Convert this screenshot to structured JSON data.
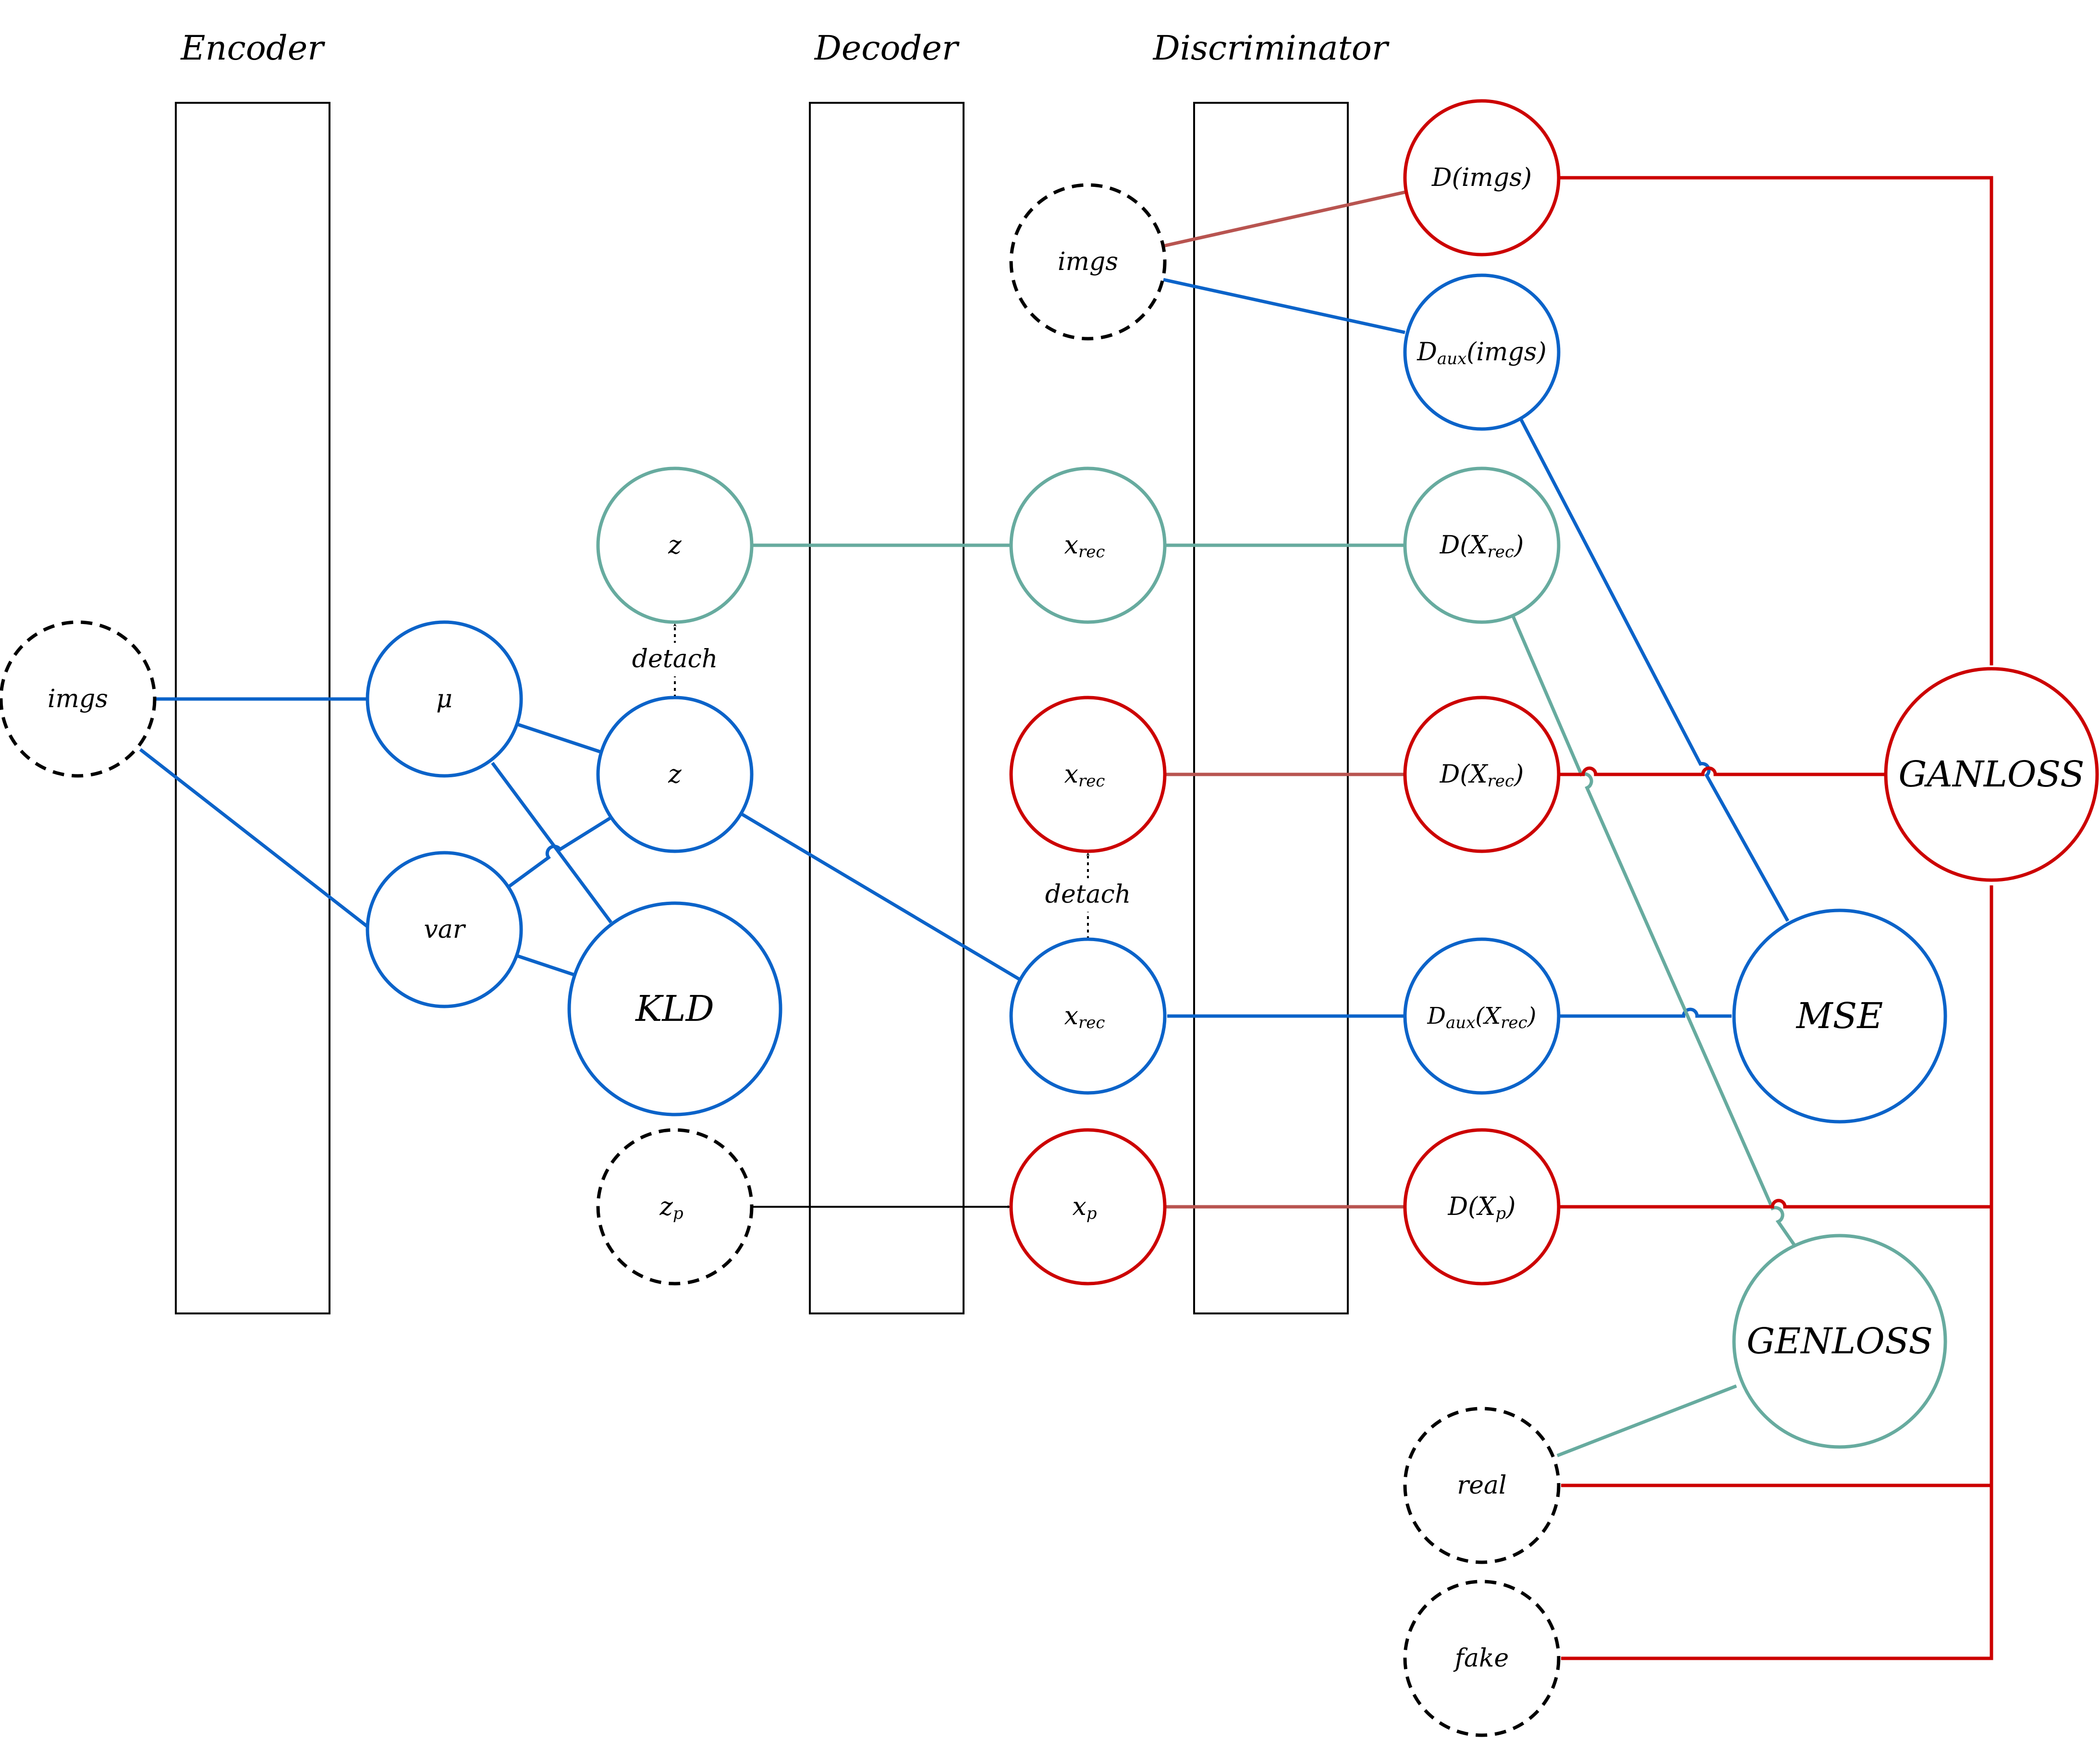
{
  "colors": {
    "blue": "#0b63c9",
    "red": "#cc0000",
    "teal": "#67ab9f",
    "darkred": "#b85450",
    "black": "#000000"
  },
  "titles": {
    "encoder": "Encoder",
    "decoder": "Decoder",
    "discriminator": "Discriminator"
  },
  "nodes": {
    "imgs_input": {
      "label": "imgs"
    },
    "mu": {
      "label": "μ"
    },
    "var": {
      "label": "var"
    },
    "z_teal": {
      "label": "z"
    },
    "z_blue": {
      "label": "z"
    },
    "kld": {
      "label": "KLD"
    },
    "zp": {
      "label": "z",
      "sub": "p"
    },
    "imgs_dec": {
      "label": "imgs"
    },
    "xrec_teal": {
      "label": "x",
      "sub": "rec"
    },
    "xrec_red": {
      "label": "x",
      "sub": "rec"
    },
    "xrec_blue": {
      "label": "x",
      "sub": "rec"
    },
    "xp": {
      "label": "x",
      "sub": "p"
    },
    "d_imgs": {
      "label": "D(imgs)"
    },
    "daux_imgs": {
      "pre": "D",
      "sub": "aux",
      "post": "(imgs)"
    },
    "d_xrec_teal": {
      "pre": "D(X",
      "sub": "rec",
      "post": ")"
    },
    "d_xrec_red": {
      "pre": "D(X",
      "sub": "rec",
      "post": ")"
    },
    "daux_xrec": {
      "pre": "D",
      "sub": "aux",
      "mid": "(X",
      "sub2": "rec",
      "post": ")"
    },
    "d_xp": {
      "pre": "D(X",
      "sub": "p",
      "post": ")"
    },
    "ganloss": {
      "label": "GANLOSS"
    },
    "mse": {
      "label": "MSE"
    },
    "genloss": {
      "label": "GENLOSS"
    },
    "real": {
      "label": "real"
    },
    "fake": {
      "label": "fake"
    }
  },
  "edge_labels": {
    "detach_top": "detach",
    "detach_mid": "detach"
  }
}
